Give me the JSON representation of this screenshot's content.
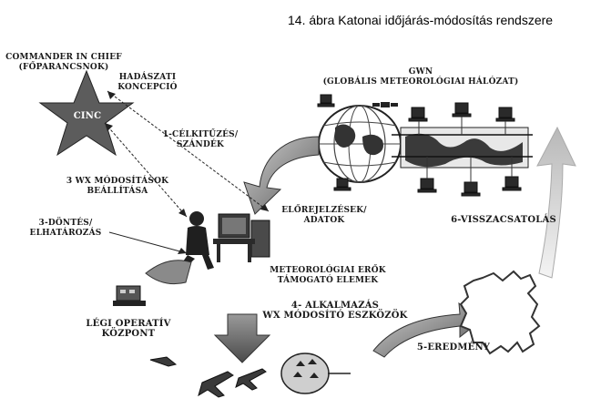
{
  "caption": "14. ábra Katonai időjárás-módosítás rendszere",
  "commander": {
    "line1": "COMMANDER IN CHIEF",
    "line2": "(FŐPARANCSNOK)",
    "star_text": "CINC"
  },
  "hadaszati": {
    "line1": "HADÁSZATI",
    "line2": "KONCEPCIÓ"
  },
  "gwn": {
    "line1": "GWN",
    "line2": "(GLOBÁLIS METEOROLÓGIAI HÁLÓZAT)"
  },
  "celkituzes": {
    "line1": "1-CÉLKITŰZÉS/",
    "line2": "SZÁNDÉK"
  },
  "wx_beallitasa": {
    "line1": "3 WX MÓDOSÍTÁSOK",
    "line2": "BEÁLLÍTÁSA"
  },
  "dontes": {
    "line1": "3-DÖNTÉS/",
    "line2": "ELHATÁROZÁS"
  },
  "elorejelzes": {
    "line1": "ELŐREJELZÉSEK/",
    "line2": "ADATOK"
  },
  "visszacsatolas": "6-VISSZACSATOLÁS",
  "meteorologia": {
    "line1": "METEOROLÓGIAI ERŐK",
    "line2": "TÁMOGATÓ ELEMEK"
  },
  "alkalmazas": {
    "line1": "4- ALKALMAZÁS",
    "line2": "WX MÓDOSÍTÓ ESZKÖZÖK"
  },
  "legi": {
    "line1": "LÉGI OPERATÍV",
    "line2": "KÖZPONT"
  },
  "eredmeny": "5-EREDMÉNY"
}
